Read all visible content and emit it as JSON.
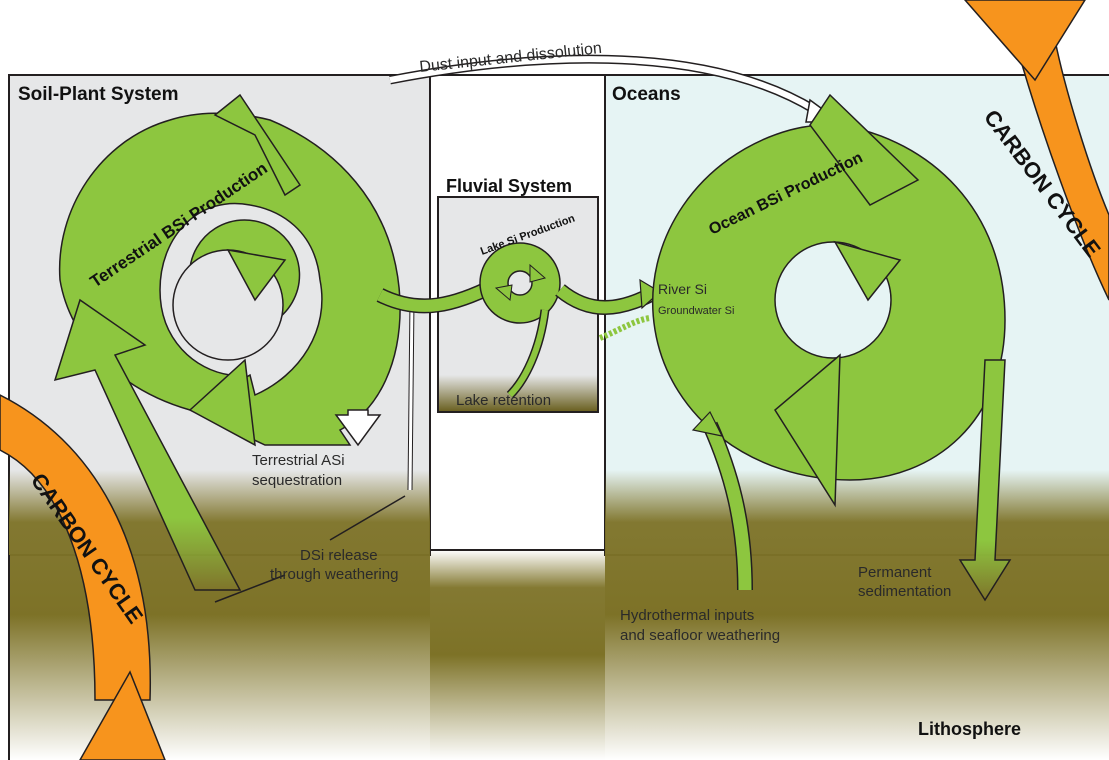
{
  "regions": {
    "soil_plant": "Soil-Plant System",
    "oceans": "Oceans",
    "fluvial": "Fluvial System",
    "lithosphere": "Lithosphere"
  },
  "cycles": {
    "terrestrial": "Terrestrial BSi Production",
    "ocean": "Ocean BSi Production",
    "lake": "Lake Si Production",
    "carbon_left": "CARBON CYCLE",
    "carbon_right": "CARBON CYCLE"
  },
  "flows": {
    "dust": "Dust input and dissolution",
    "river_si": "River Si",
    "groundwater_si": "Groundwater Si",
    "lake_retention": "Lake retention",
    "asi_line1": "Terrestrial ASi",
    "asi_line2": "sequestration",
    "dsi_line1": "DSi release",
    "dsi_line2": "through weathering",
    "sed_line1": "Permanent",
    "sed_line2": "sedimentation",
    "hydro_line1": "Hydrothermal inputs",
    "hydro_line2": "and seafloor weathering"
  },
  "colors": {
    "green": "#8dc63f",
    "orange": "#f7941d",
    "soil_brown": "#7d7227",
    "soil_panel": "#e6e7e8",
    "ocean_panel": "#e6f4f4"
  }
}
